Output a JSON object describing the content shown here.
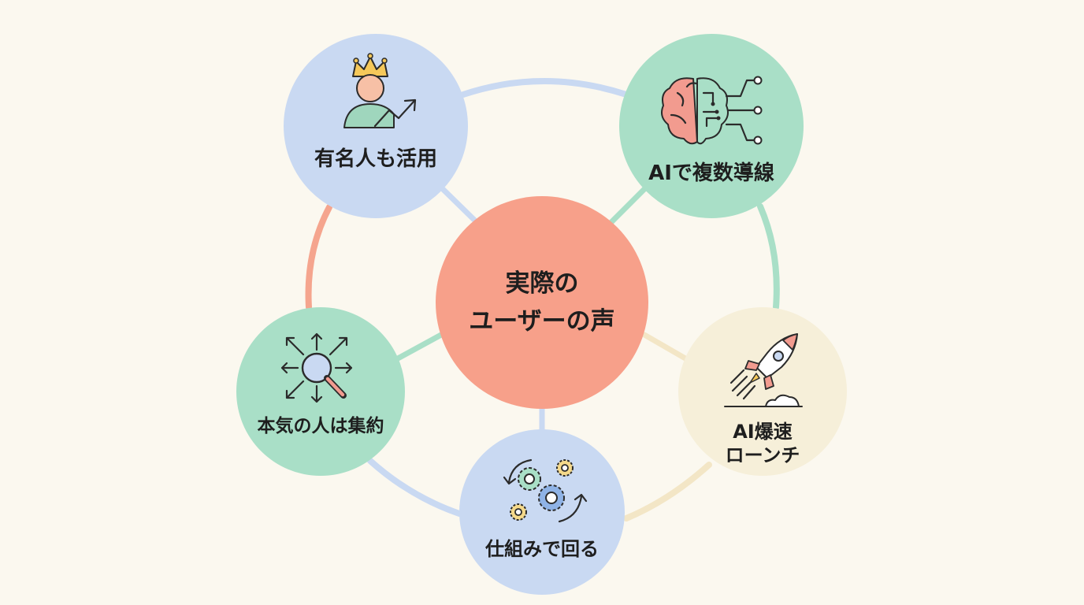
{
  "background_color": "#fbf8ef",
  "center": {
    "lines": [
      "実際の",
      "ユーザーの声"
    ],
    "color": "#f7a08a"
  },
  "nodes": [
    {
      "id": "celebrity",
      "label_lines": [
        "有名人も活用"
      ],
      "color": "#c9d9f2",
      "icon": "crown-person-growth-icon"
    },
    {
      "id": "ai-funnels",
      "label_lines": [
        "AIで複数導線"
      ],
      "color": "#a9dfc7",
      "icon": "brain-circuit-icon"
    },
    {
      "id": "ai-launch",
      "label_lines": [
        "AI爆速",
        "ローンチ"
      ],
      "color": "#f6efd9",
      "icon": "rocket-icon"
    },
    {
      "id": "system",
      "label_lines": [
        "仕組みで回る"
      ],
      "color": "#c9d9f2",
      "icon": "gears-icon"
    },
    {
      "id": "gather",
      "label_lines": [
        "本気の人は集約"
      ],
      "color": "#a9dfc7",
      "icon": "magnifier-arrows-icon"
    }
  ],
  "ring_colors": {
    "celebrity-to-ai-funnels": "#c9d9f2",
    "ai-funnels-to-ai-launch": "#a9dfc7",
    "ai-launch-to-system": "#f3e6c6",
    "system-to-gather": "#c9d9f2",
    "gather-to-celebrity": "#f5a58e"
  },
  "spoke_colors": {
    "celebrity": "#c9d9f2",
    "ai-funnels": "#a9dfc7",
    "ai-launch": "#f3e6c6",
    "system": "#c9d9f2",
    "gather": "#a9dfc7"
  }
}
